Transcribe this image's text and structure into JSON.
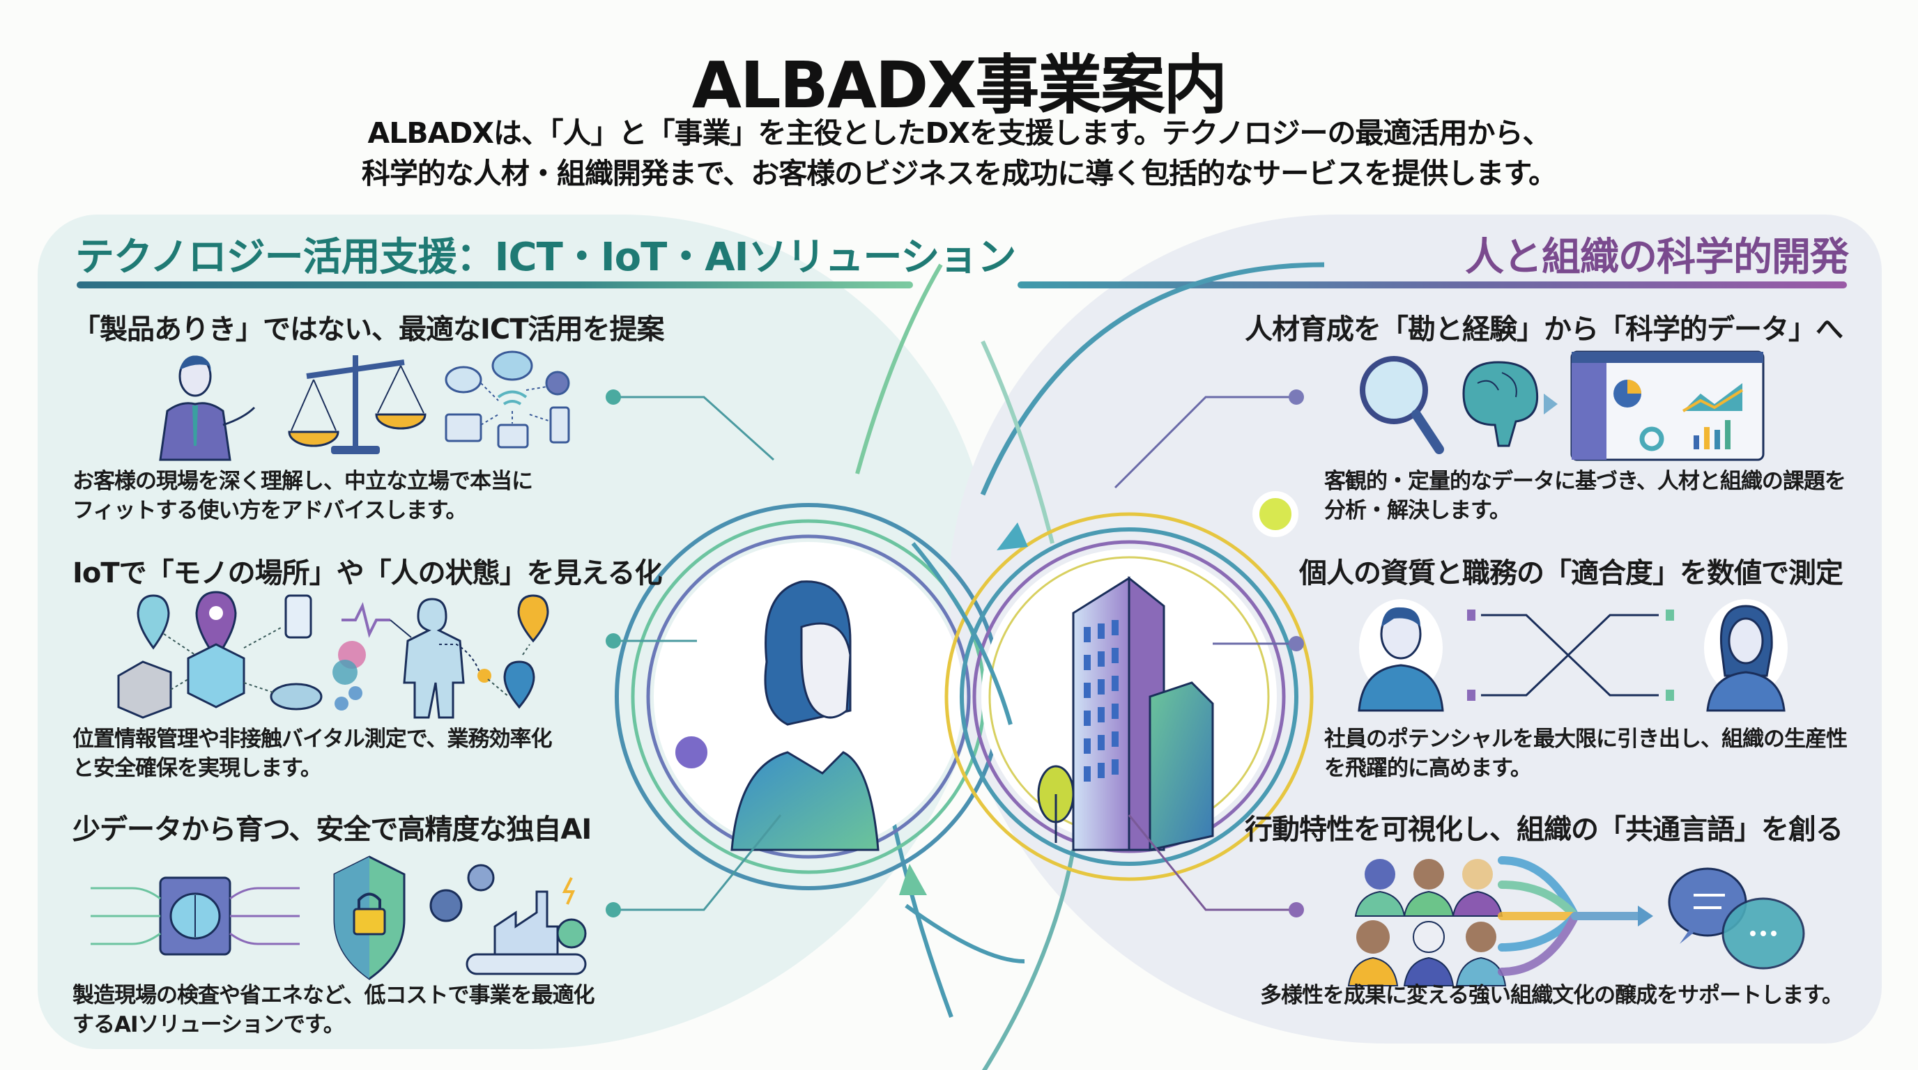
{
  "header": {
    "title": "ALBADX事業案内",
    "intro_line1": "ALBADXは、「人」と「事業」を主役としたDXを支援します。テクノロジーの最適活用から、",
    "intro_line2": "科学的な人材・組織開発まで、お客様のビジネスを成功に導く包括的なサービスを提供します。"
  },
  "left": {
    "heading": "テクノロジー活用支援：ICT・IoT・AIソリューション",
    "items": [
      {
        "title": "「製品ありき」ではない、最適なICT活用を提案",
        "desc_line1": "お客様の現場を深く理解し、中立な立場で本当に",
        "desc_line2": "フィットする使い方をアドバイスします。",
        "icons": [
          "consultant-icon",
          "balance-scale-icon",
          "cloud-network-devices-icon"
        ]
      },
      {
        "title": "IoTで「モノの場所」や「人の状態」を見える化",
        "desc_line1": "位置情報管理や非接触バイタル測定で、業務効率化",
        "desc_line2": "と安全確保を実現します。",
        "icons": [
          "location-tracking-icon",
          "vital-sensing-icon"
        ]
      },
      {
        "title": "少データから育つ、安全で高精度な独自AI",
        "desc_line1": "製造現場の検査や省エネなど、低コストで事業を最適化",
        "desc_line2": "するAIソリューションです。",
        "icons": [
          "ai-chip-brain-icon",
          "security-shield-lock-icon",
          "factory-gears-icon"
        ]
      }
    ]
  },
  "right": {
    "heading": "人と組織の科学的開発",
    "items": [
      {
        "title": "人材育成を「勘と経験」から「科学的データ」へ",
        "desc_line1": "客観的・定量的なデータに基づき、人材と組織の課題を",
        "desc_line2": "分析・解決します。",
        "icons": [
          "magnifier-icon",
          "brain-icon",
          "dashboard-analytics-icon"
        ]
      },
      {
        "title": "個人の資質と職務の「適合度」を数値で測定",
        "desc_line1": "社員のポテンシャルを最大限に引き出し、組織の生産性",
        "desc_line2": "を飛躍的に高めます。",
        "icons": [
          "person-icon",
          "matching-lines-icon",
          "businesswoman-icon"
        ]
      },
      {
        "title": "行動特性を可視化し、組織の「共通言語」を創る",
        "desc_line1": "多様性を成果に変える強い組織文化の醸成をサポートします。",
        "desc_line2": "",
        "icons": [
          "diverse-team-icon",
          "converging-arrows-icon",
          "chat-bubbles-icon"
        ]
      }
    ]
  },
  "center": {
    "icons": [
      "person-woman-icon",
      "office-building-icon",
      "infinity-loop-icon"
    ]
  },
  "colors": {
    "teal_heading": "#1f7a74",
    "purple_heading": "#7a4a8e",
    "left_panel_bg": "#e6f2f1",
    "right_panel_bg": "#eaedf3",
    "accent_yellow": "#f2b632",
    "accent_blue": "#3b7bb5",
    "accent_green": "#6cc4a0",
    "accent_purple": "#8a6ab4"
  }
}
